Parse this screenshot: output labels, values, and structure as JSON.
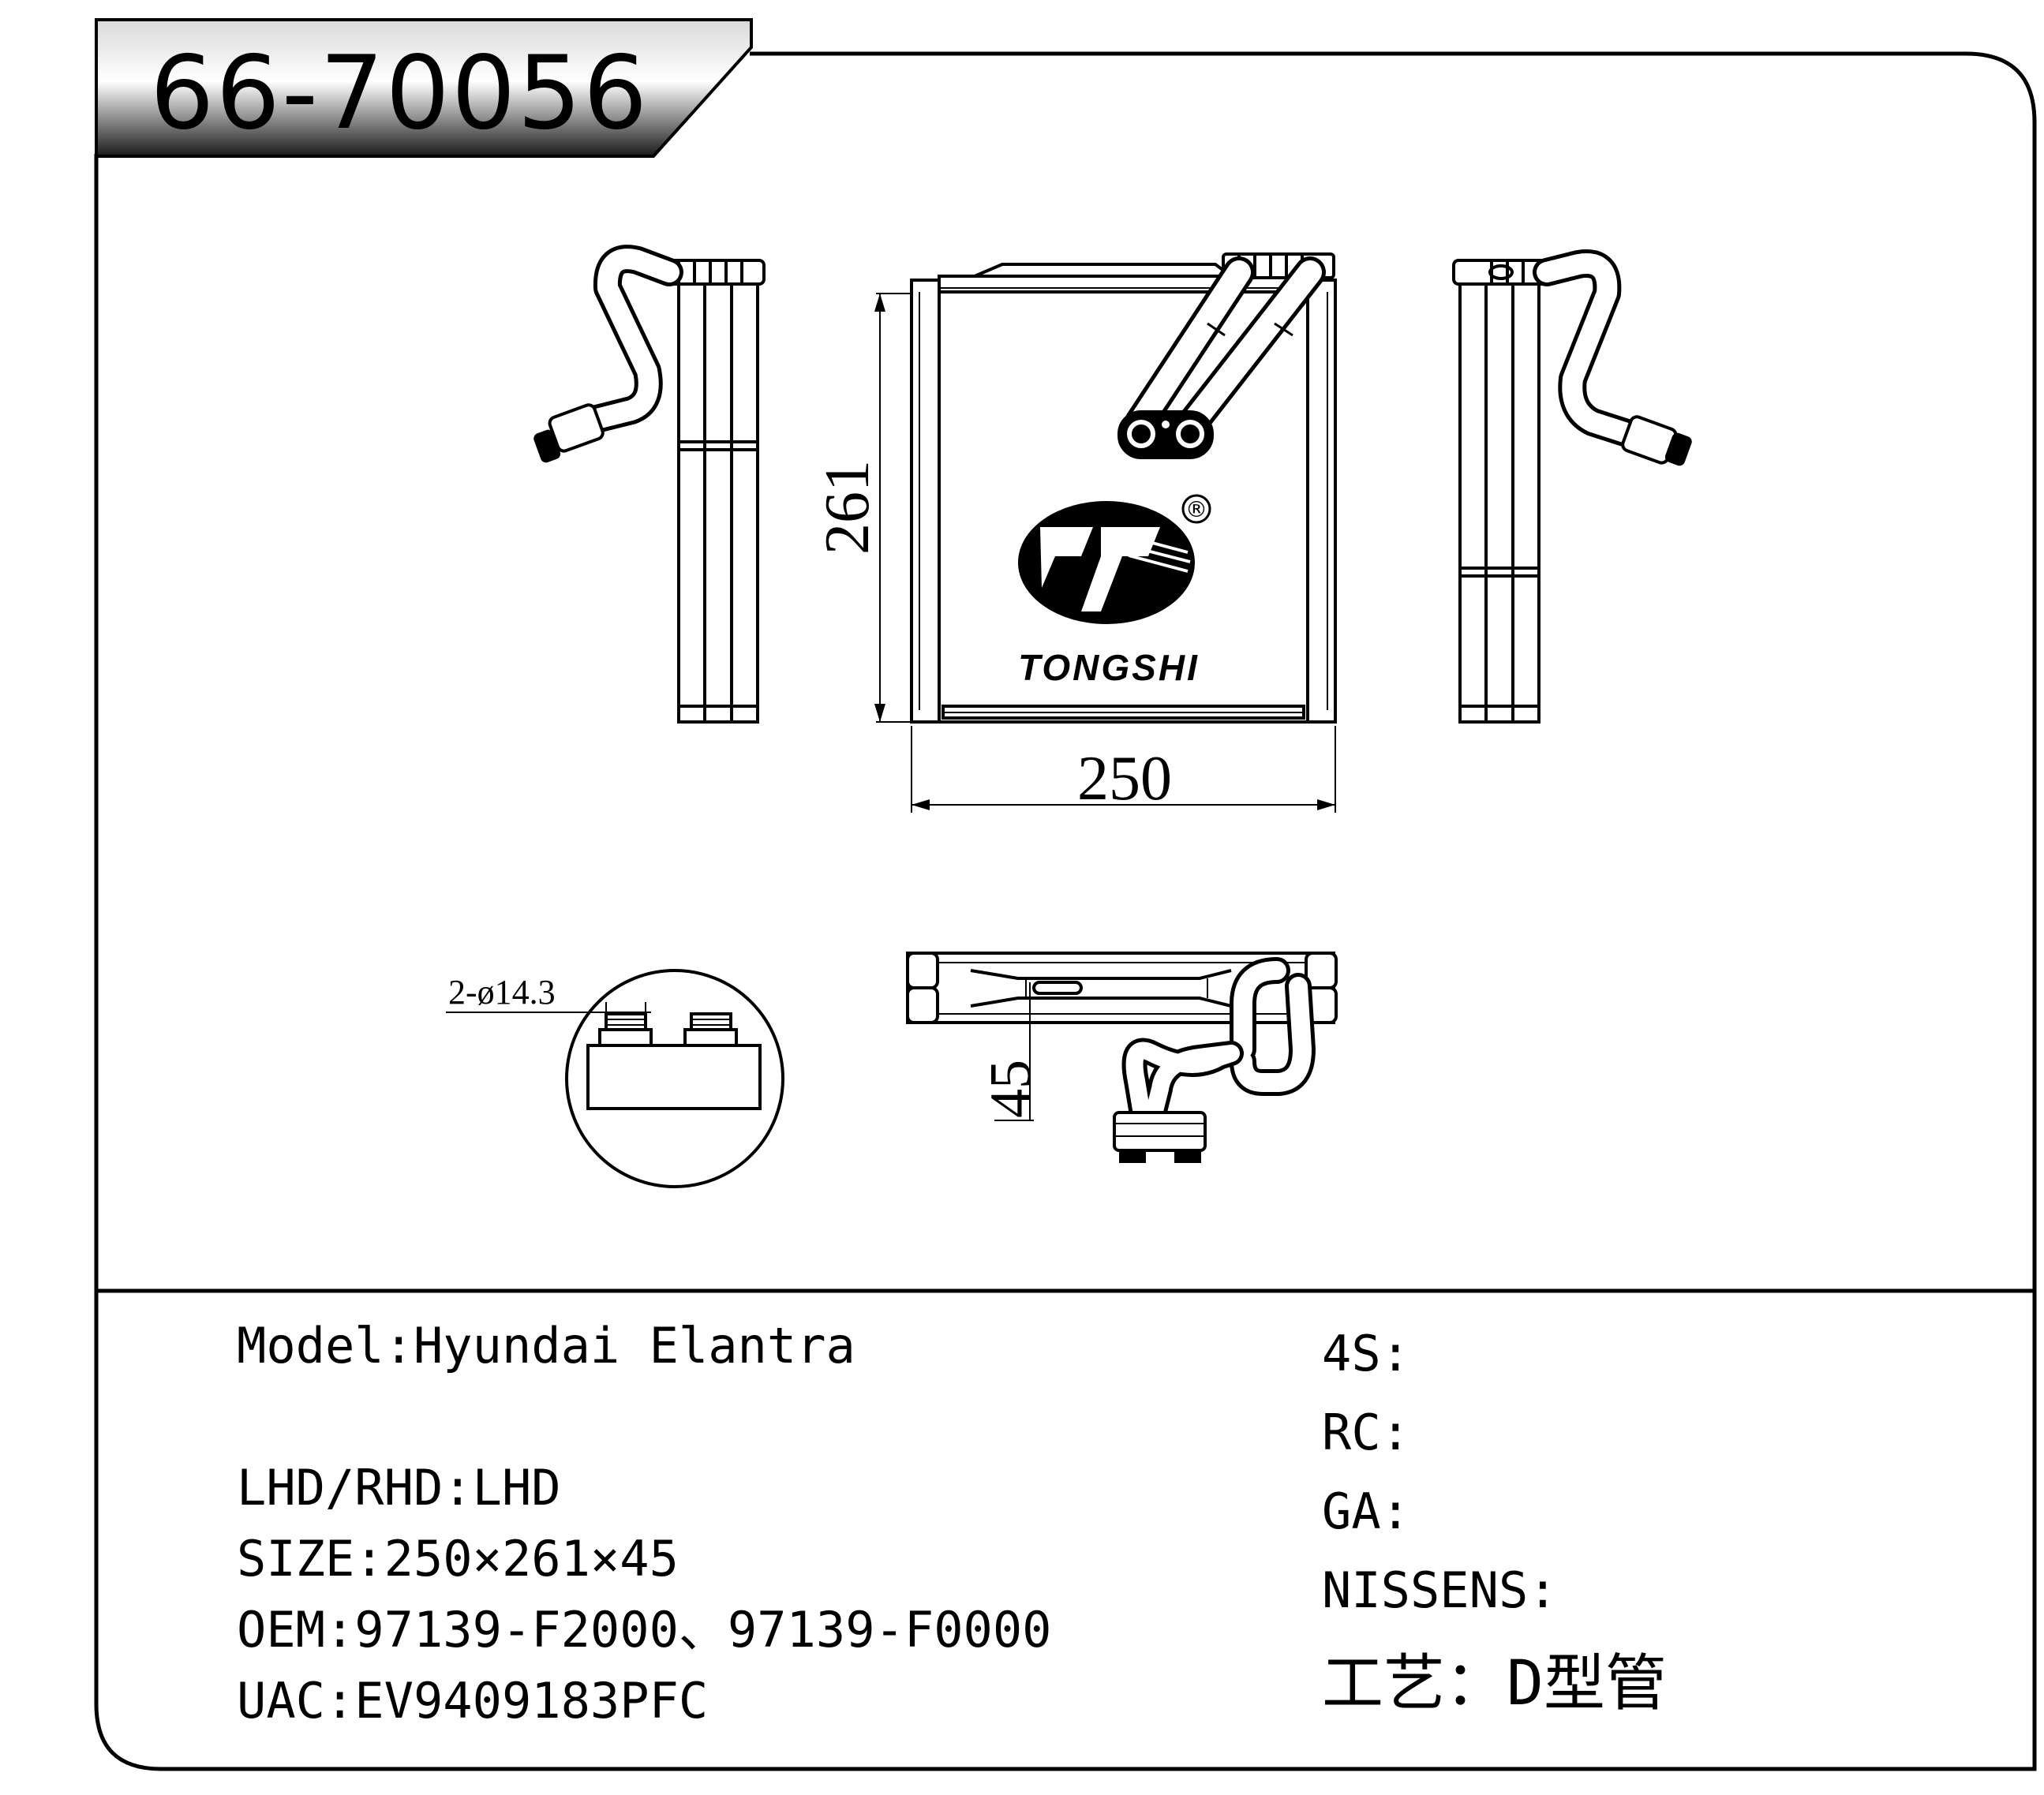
{
  "part_number": "66-70056",
  "drawing": {
    "dim_height": "261",
    "dim_width": "250",
    "dim_depth": "45",
    "dim_pipe": "2-ø14.3",
    "brand": "TONGSHI",
    "registered_mark": "®"
  },
  "specs": {
    "model": "Model:Hyundai Elantra",
    "lhd_rhd": "LHD/RHD:LHD",
    "size": "SIZE:250×261×45",
    "oem": "OEM:97139-F2000、97139-F0000",
    "uac": "UAC:EV9409183PFC"
  },
  "refs": {
    "s4": "4S:",
    "rc": "RC:",
    "ga": "GA:",
    "nissens": "NISSENS:",
    "process": "工艺：D型管"
  }
}
